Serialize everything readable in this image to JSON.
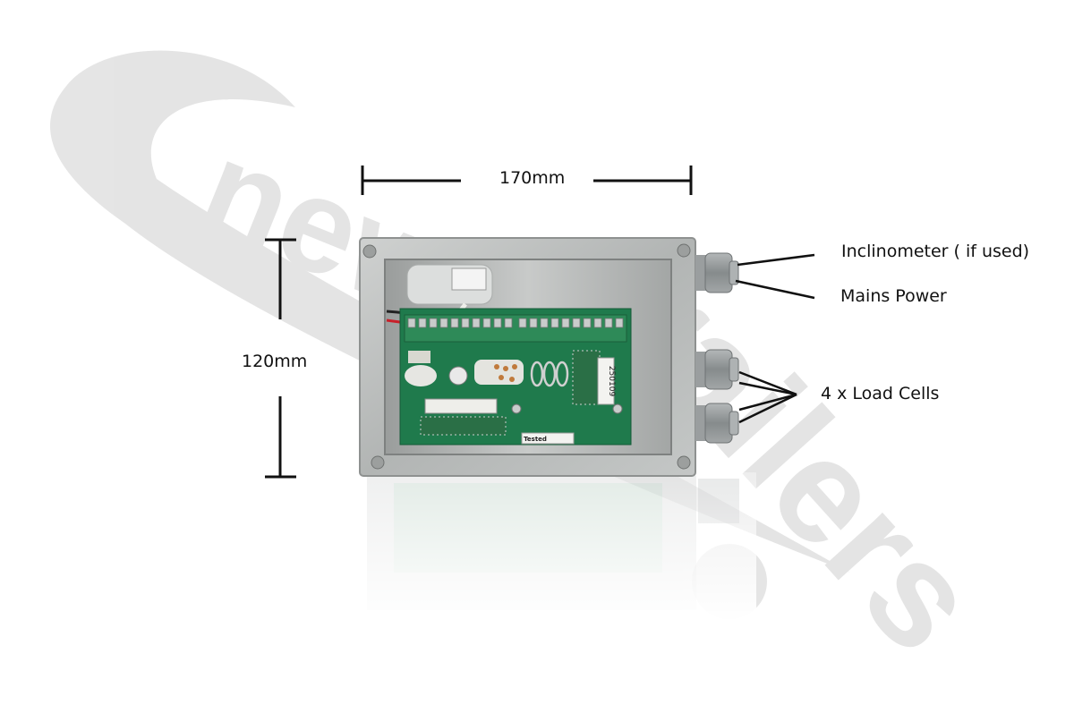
{
  "dimensions": {
    "width": "170mm",
    "height": "120mm"
  },
  "callouts": {
    "inclinometer": "Inclinometer ( if used)",
    "mains_power": "Mains Power",
    "load_cells": "4 x Load Cells"
  },
  "board": {
    "serial": "250109",
    "tested_stamp": "Tested"
  },
  "watermark": {
    "line1": "new",
    "line2": "trailers"
  },
  "colors": {
    "enclosure_steel": "#b9bcbc",
    "pcb_green": "#1f7a4c",
    "terminal_green": "#2e8a58",
    "gland_grey": "#8f9495",
    "watermark_grey": "#d6d6d6",
    "line_black": "#111111"
  }
}
